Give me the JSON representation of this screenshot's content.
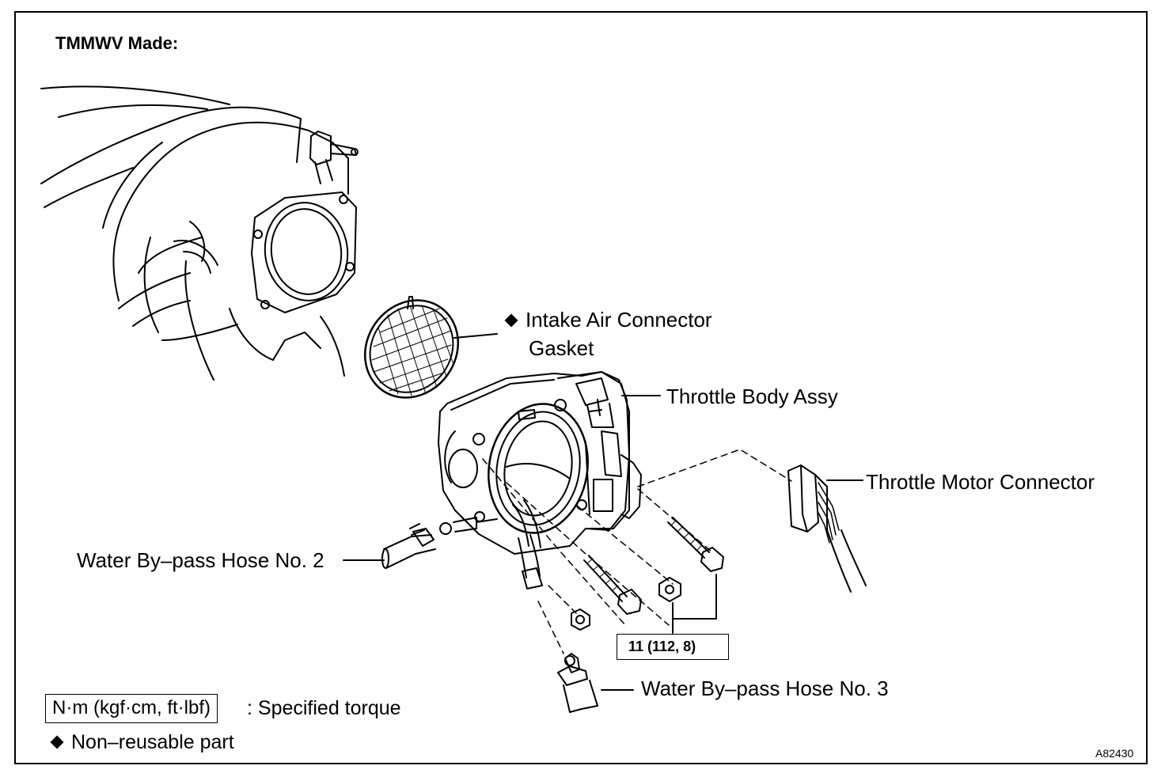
{
  "header": {
    "title": "TMMWV Made:"
  },
  "labels": {
    "gasket_line1": "Intake Air Connector",
    "gasket_line2": "Gasket",
    "throttle_body": "Throttle Body Assy",
    "motor_connector": "Throttle Motor Connector",
    "hose2": "Water By–pass Hose No. 2",
    "hose3": "Water By–pass Hose No. 3"
  },
  "torque": {
    "value": "11 (112, 8)"
  },
  "legend": {
    "torque_box": "N·m (kgf·cm, ft·lbf)",
    "torque_text": ": Specified torque",
    "nonreusable": "Non–reusable part"
  },
  "figure_id": "A82430",
  "icons": [
    "diamond-icon"
  ]
}
